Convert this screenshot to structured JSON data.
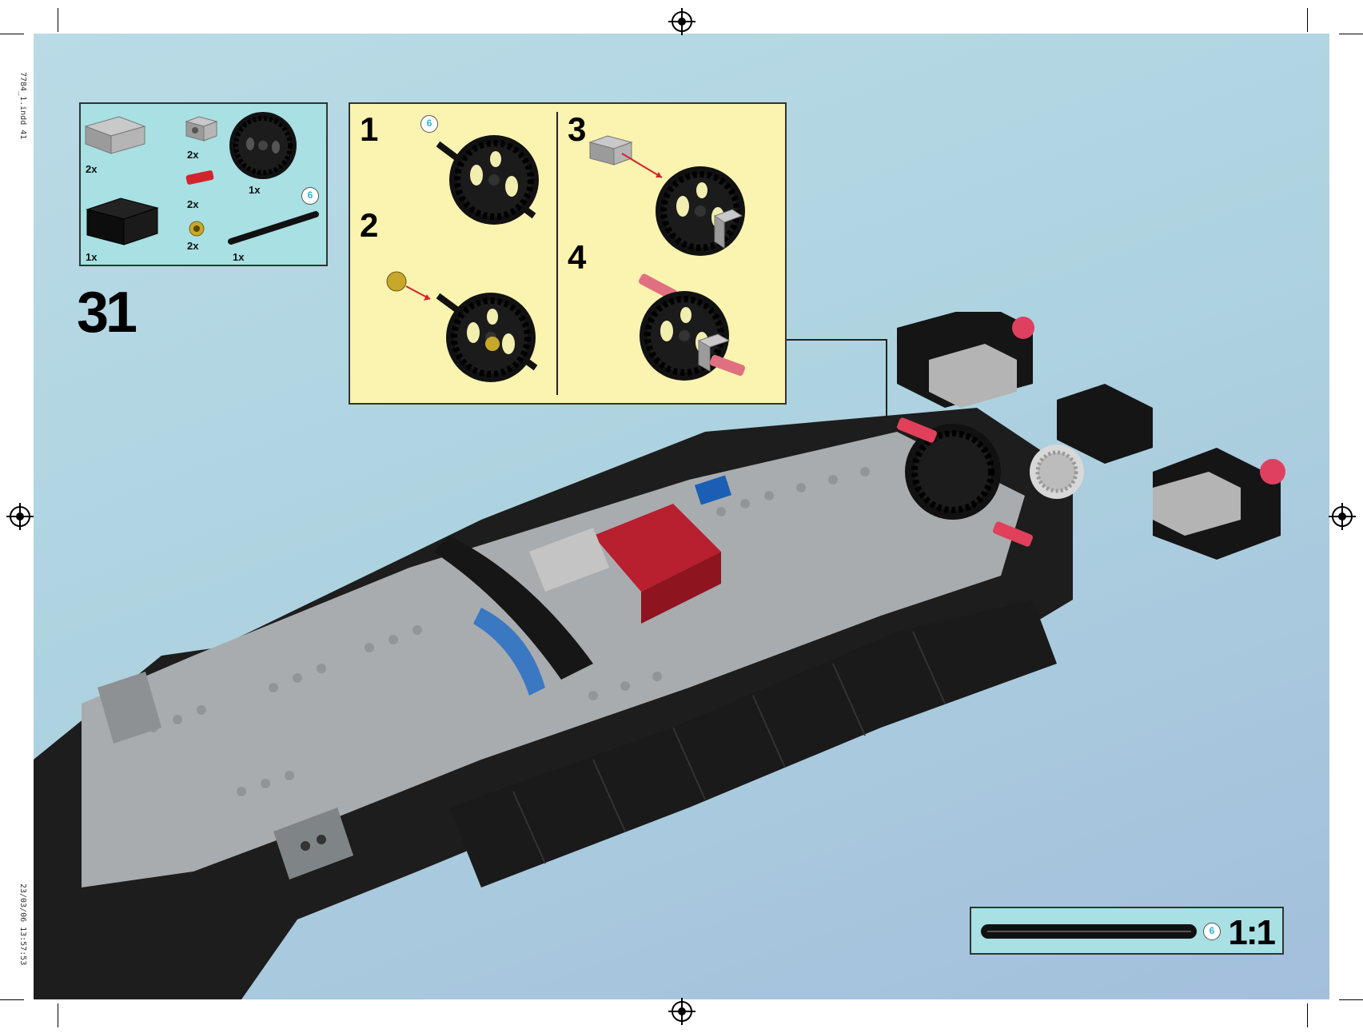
{
  "page": {
    "step_number": "31",
    "slug_file": "7784_1.indd   41",
    "slug_date": "23/03/06   13:57:53"
  },
  "parts_list": [
    {
      "part": "gray-brick-2x4",
      "qty": "2x"
    },
    {
      "part": "gray-technic-brick-1x2",
      "qty": "2x"
    },
    {
      "part": "black-gear-40-tooth",
      "qty": "1x"
    },
    {
      "part": "red-axle-connector",
      "qty": "2x"
    },
    {
      "part": "black-brick-2x4",
      "qty": "1x"
    },
    {
      "part": "yellow-bush",
      "qty": "2x"
    },
    {
      "part": "black-axle-6",
      "qty": "1x",
      "length_badge": "6"
    }
  ],
  "sub_steps": [
    {
      "number": "1",
      "badge": "6"
    },
    {
      "number": "2"
    },
    {
      "number": "3"
    },
    {
      "number": "4"
    }
  ],
  "scale": {
    "label": "1:1",
    "axle_length": "6"
  },
  "colors": {
    "background": "#aed3e0",
    "parts_panel": "#a8e0e3",
    "substep_panel": "#fbf3b0",
    "badge_text": "#2bb8d6"
  }
}
